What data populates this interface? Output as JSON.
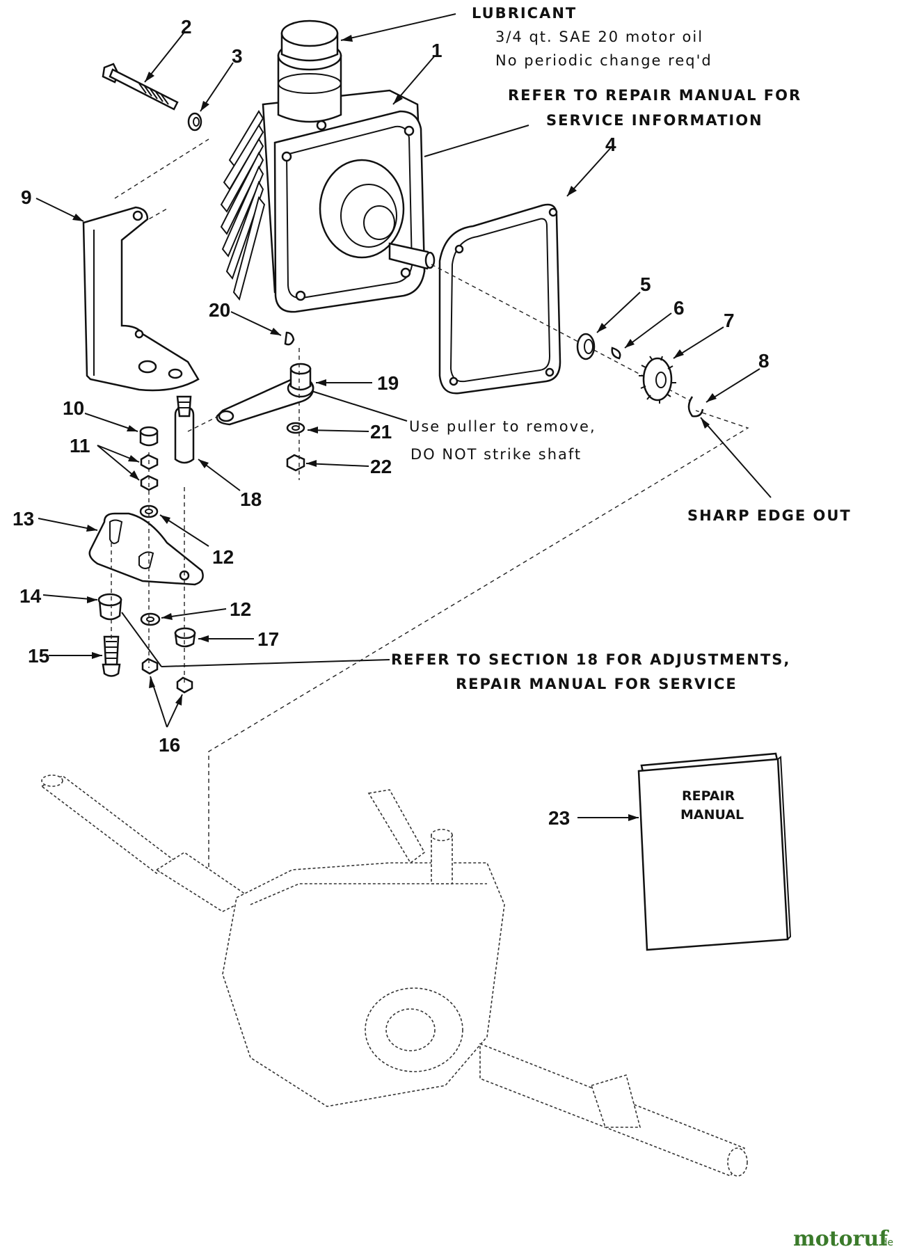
{
  "callouts": {
    "c1": "1",
    "c2": "2",
    "c3": "3",
    "c4": "4",
    "c5": "5",
    "c6": "6",
    "c7": "7",
    "c8": "8",
    "c9": "9",
    "c10": "10",
    "c11": "11",
    "c12a": "12",
    "c12b": "12",
    "c13": "13",
    "c14": "14",
    "c15": "15",
    "c16": "16",
    "c17": "17",
    "c18": "18",
    "c19": "19",
    "c20": "20",
    "c21": "21",
    "c22": "22",
    "c23": "23"
  },
  "notes": {
    "lubricant_title": "LUBRICANT",
    "lubricant_line1": "3/4 qt. SAE 20 motor oil",
    "lubricant_line2": "No periodic change req'd",
    "repair_line1": "REFER TO REPAIR MANUAL FOR",
    "repair_line2": "SERVICE INFORMATION",
    "puller_line1": "Use puller to remove,",
    "puller_line2": "DO NOT strike shaft",
    "sharp_edge": "SHARP EDGE OUT",
    "section18_line1": "REFER TO SECTION 18 FOR ADJUSTMENTS,",
    "section18_line2": "REPAIR MANUAL FOR SERVICE"
  },
  "manual_cover": {
    "line1": "REPAIR",
    "line2": "MANUAL"
  },
  "watermark": {
    "brand": "motoruf",
    "tld": ".de"
  }
}
